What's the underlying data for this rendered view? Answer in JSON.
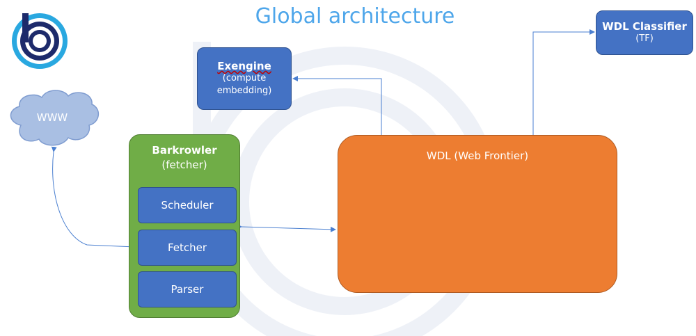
{
  "title": "Global architecture",
  "colors": {
    "title": "#4ea6ea",
    "box_blue": "#4472c4",
    "barkrowler_green": "#70ad47",
    "wdl_orange": "#ed7d31",
    "cloud": "#a9bfe3",
    "connector": "#4a7fd0"
  },
  "logo": {
    "icon": "b-logo-icon"
  },
  "www": {
    "label": "WWW"
  },
  "exengine": {
    "title": "Exengine",
    "line1": "(compute",
    "line2": "embedding)"
  },
  "wdl_classifier": {
    "title": "WDL Classifier",
    "subtitle": "(TF)"
  },
  "barkrowler": {
    "title": "Barkrowler",
    "subtitle": "(fetcher)",
    "components": [
      "Scheduler",
      "Fetcher",
      "Parser"
    ]
  },
  "wdl": {
    "label": "WDL (Web Frontier)"
  }
}
